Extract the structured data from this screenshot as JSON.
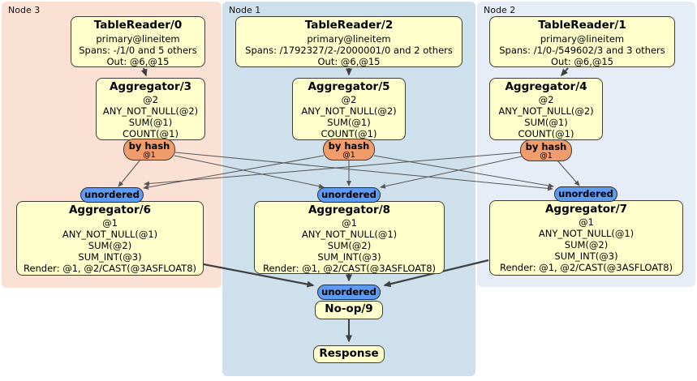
{
  "regions": {
    "node3": {
      "label": "Node 3"
    },
    "node1": {
      "label": "Node 1"
    },
    "node2": {
      "label": "Node 2"
    }
  },
  "processors": {
    "tr0": {
      "title": "TableReader/0",
      "lines": [
        "primary@lineitem",
        "Spans: -/1/0 and 5 others",
        "Out: @6,@15"
      ]
    },
    "agg3": {
      "title": "Aggregator/3",
      "lines": [
        "@2",
        "ANY_NOT_NULL(@2)",
        "SUM(@1)",
        "COUNT(@1)"
      ]
    },
    "agg6": {
      "title": "Aggregator/6",
      "lines": [
        "@1",
        "ANY_NOT_NULL(@1)",
        "SUM(@2)",
        "SUM_INT(@3)",
        "Render: @1, @2/CAST(@3ASFLOAT8)"
      ]
    },
    "tr2": {
      "title": "TableReader/2",
      "lines": [
        "primary@lineitem",
        "Spans: /1792327/2-/2000001/0 and 2 others",
        "Out: @6,@15"
      ]
    },
    "agg5": {
      "title": "Aggregator/5",
      "lines": [
        "@2",
        "ANY_NOT_NULL(@2)",
        "SUM(@1)",
        "COUNT(@1)"
      ]
    },
    "agg8": {
      "title": "Aggregator/8",
      "lines": [
        "@1",
        "ANY_NOT_NULL(@1)",
        "SUM(@2)",
        "SUM_INT(@3)",
        "Render: @1, @2/CAST(@3ASFLOAT8)"
      ]
    },
    "tr1": {
      "title": "TableReader/1",
      "lines": [
        "primary@lineitem",
        "Spans: /1/0-/549602/3 and 3 others",
        "Out: @6,@15"
      ]
    },
    "agg4": {
      "title": "Aggregator/4",
      "lines": [
        "@2",
        "ANY_NOT_NULL(@2)",
        "SUM(@1)",
        "COUNT(@1)"
      ]
    },
    "agg7": {
      "title": "Aggregator/7",
      "lines": [
        "@1",
        "ANY_NOT_NULL(@1)",
        "SUM(@2)",
        "SUM_INT(@3)",
        "Render: @1, @2/CAST(@3ASFLOAT8)"
      ]
    },
    "noop": {
      "title": "No-op/9"
    },
    "response": {
      "title": "Response"
    }
  },
  "router": {
    "label": "by hash",
    "stream": "@1"
  },
  "sync": {
    "label": "unordered"
  },
  "colors": {
    "node3_bg": "#fbe0d4",
    "node1_bg": "#cee0ec",
    "node2_bg": "#e6edf6",
    "processor_fill": "#ffffcc",
    "processor_border": "#3e3e36",
    "router_fill": "#f19c6d",
    "sync_fill": "#5e9af0",
    "edge": "#3f3f3f"
  }
}
